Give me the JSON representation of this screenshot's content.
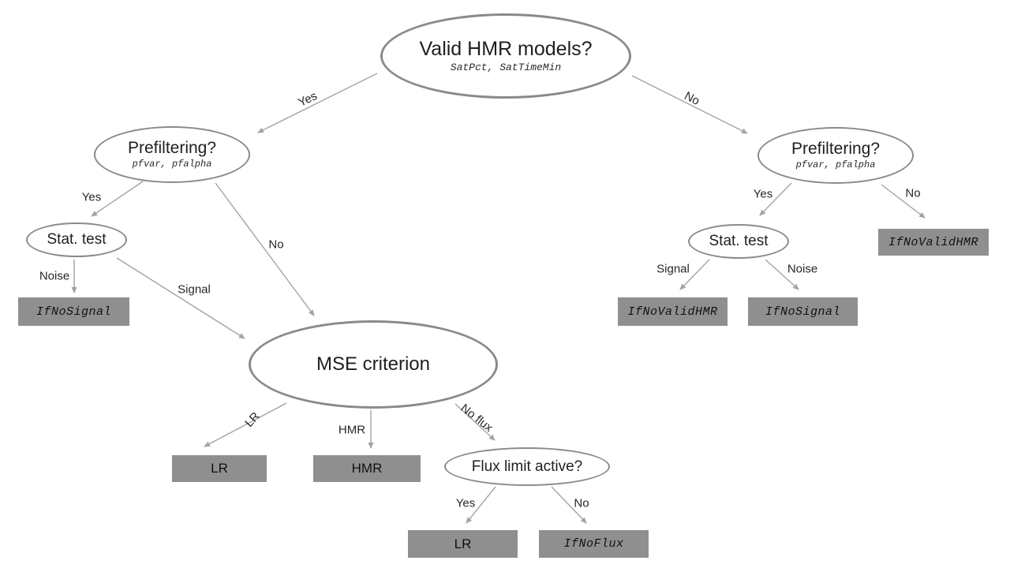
{
  "diagram": {
    "nodes": {
      "valid_hmr": {
        "title": "Valid HMR models?",
        "subtitle": "SatPct, SatTimeMin"
      },
      "prefilter_left": {
        "title": "Prefiltering?",
        "subtitle": "pfvar, pfalpha"
      },
      "stat_test_left": {
        "title": "Stat. test"
      },
      "mse": {
        "title": "MSE criterion"
      },
      "flux_limit": {
        "title": "Flux limit active?"
      },
      "prefilter_right": {
        "title": "Prefiltering?",
        "subtitle": "pfvar, pfalpha"
      },
      "stat_test_right": {
        "title": "Stat. test"
      }
    },
    "boxes": {
      "ifnosignal_left": {
        "label": "IfNoSignal"
      },
      "lr_mid": {
        "label": "LR"
      },
      "hmr_mid": {
        "label": "HMR"
      },
      "lr_bottom": {
        "label": "LR"
      },
      "ifnoflux": {
        "label": "IfNoFlux"
      },
      "ifnovalidhmr_top": {
        "label": "IfNoValidHMR"
      },
      "ifnovalidhmr_bottom": {
        "label": "IfNoValidHMR"
      },
      "ifnosignal_right": {
        "label": "IfNoSignal"
      }
    },
    "edge_labels": {
      "root_yes": "Yes",
      "root_no": "No",
      "pf_left_yes": "Yes",
      "pf_left_no": "No",
      "stat_left_noise": "Noise",
      "stat_left_signal": "Signal",
      "mse_lr": "LR",
      "mse_hmr": "HMR",
      "mse_noflux": "No flux",
      "flux_yes": "Yes",
      "flux_no": "No",
      "pf_right_yes": "Yes",
      "pf_right_no": "No",
      "stat_right_signal": "Signal",
      "stat_right_noise": "Noise"
    },
    "colors": {
      "ellipse_border": "#8a8a8a",
      "box_fill": "#8f8f8f",
      "arrow": "#a3a3a3",
      "text": "#1f1f1f"
    }
  }
}
